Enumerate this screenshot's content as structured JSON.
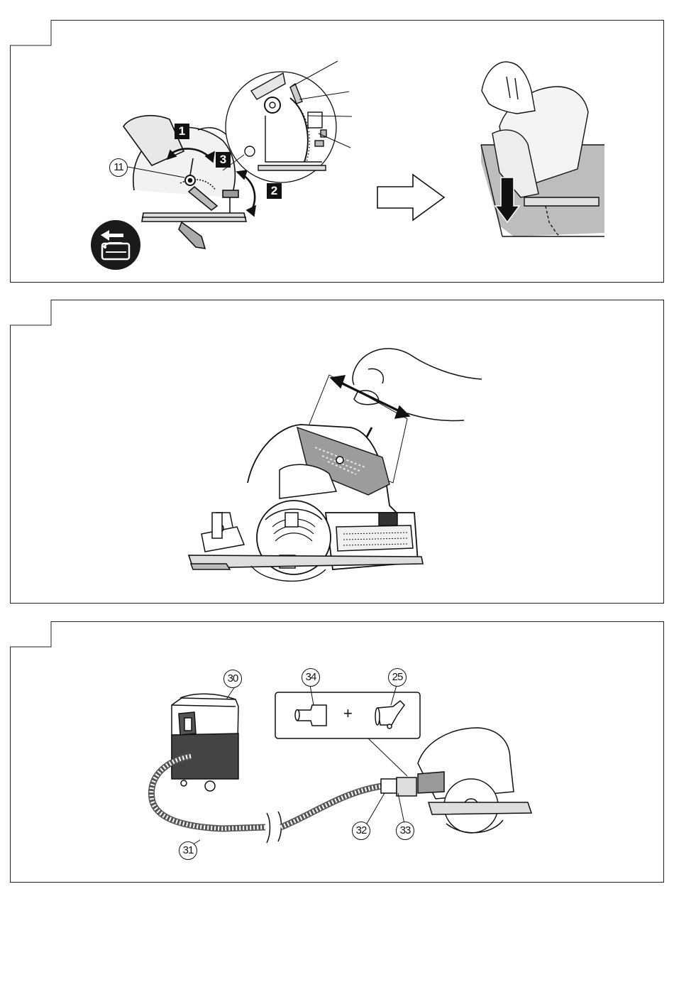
{
  "figures": {
    "fig1": {
      "steps": [
        "1",
        "2",
        "3"
      ],
      "part_ref": "11",
      "icon": "battery-remove-icon"
    },
    "fig2": {},
    "fig3": {
      "parts": {
        "vacuum": "30",
        "hose": "31",
        "adapter": "32",
        "hose_end": "33",
        "adapter_a": "34",
        "adapter_b": "25"
      },
      "plus": "+"
    }
  }
}
